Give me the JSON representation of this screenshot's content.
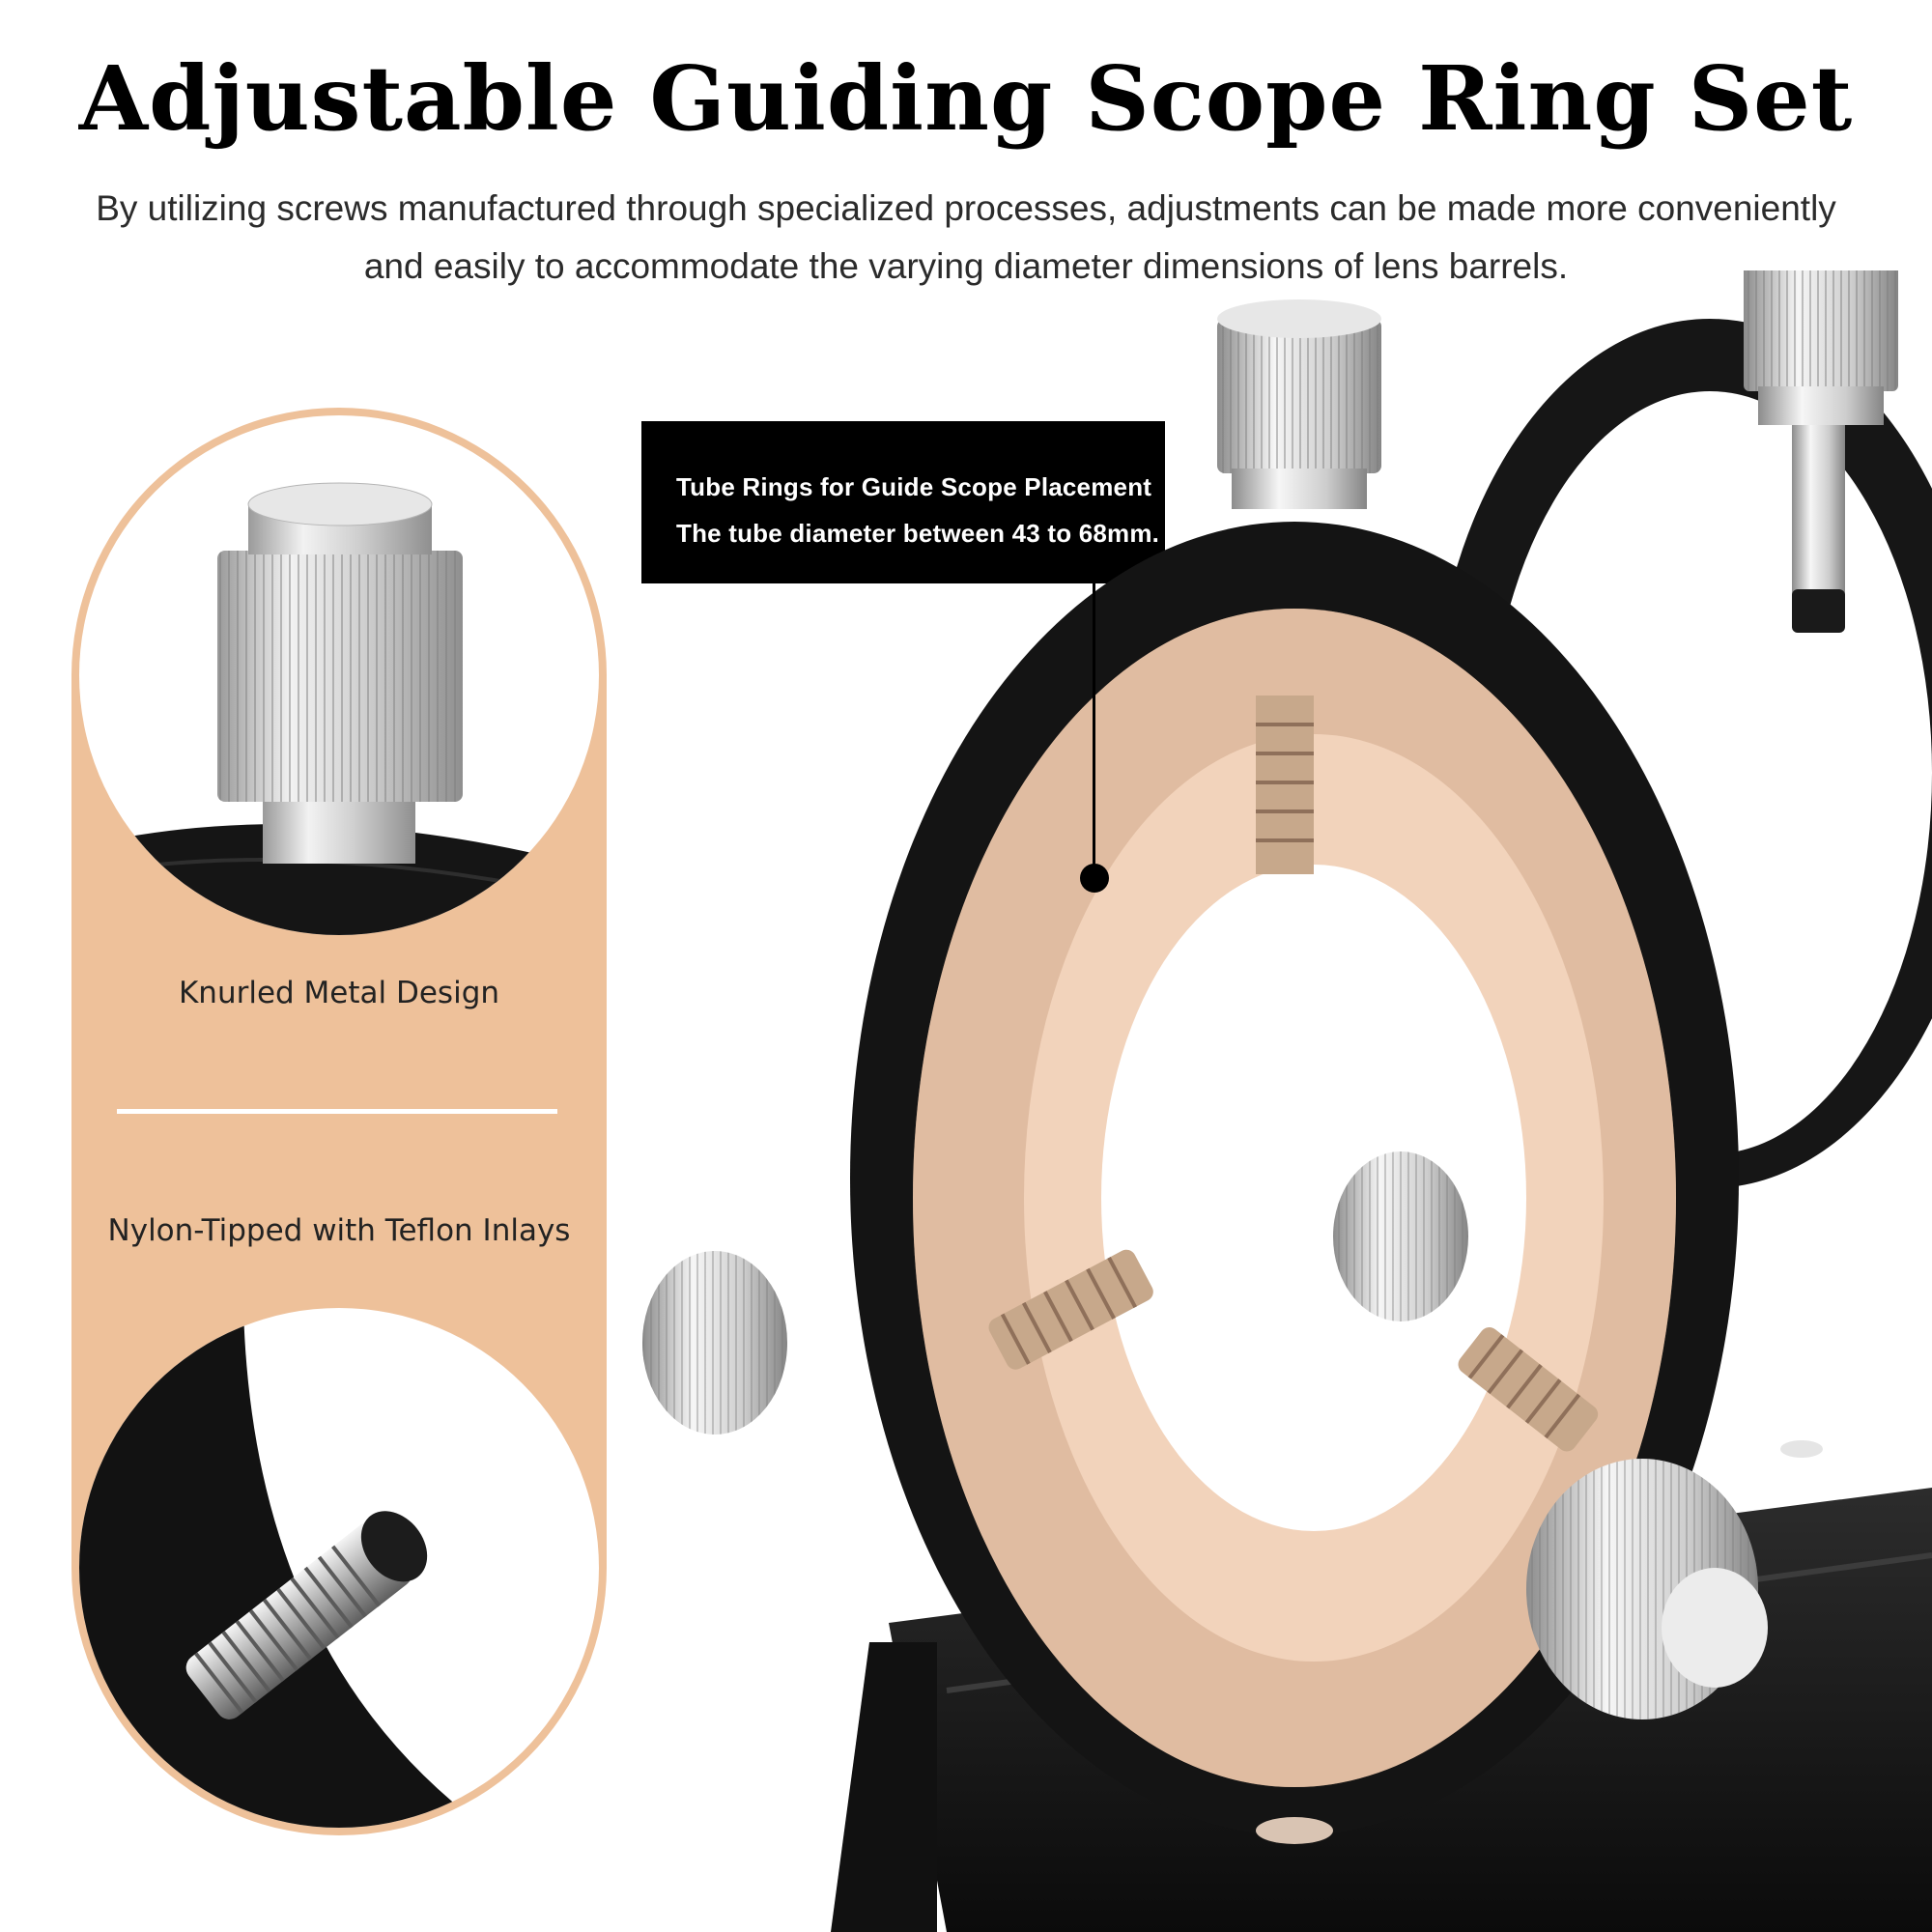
{
  "header": {
    "title": "Adjustable Guiding Scope Ring Set",
    "subtitle_line1": "By utilizing screws manufactured through specialized processes, adjustments can be made more conveniently",
    "subtitle_line2": "and easily to accommodate the varying diameter dimensions of lens barrels."
  },
  "features": {
    "top_label": "Knurled Metal Design",
    "bottom_label": "Nylon-Tipped with Teflon Inlays"
  },
  "callout": {
    "line1": "Tube Rings for Guide Scope Placement",
    "line2": "The tube diameter between 43 to 68mm."
  },
  "colors": {
    "accent_peach": "#eec19a",
    "ring_black": "#111111",
    "highlight_fill": "#f2d3bb",
    "metal_silver": "#d9d9d9"
  },
  "icons": {
    "knurled_knob": "knurled-knob-icon",
    "threaded_screw": "threaded-screw-icon",
    "guide_ring": "guide-ring-icon"
  }
}
